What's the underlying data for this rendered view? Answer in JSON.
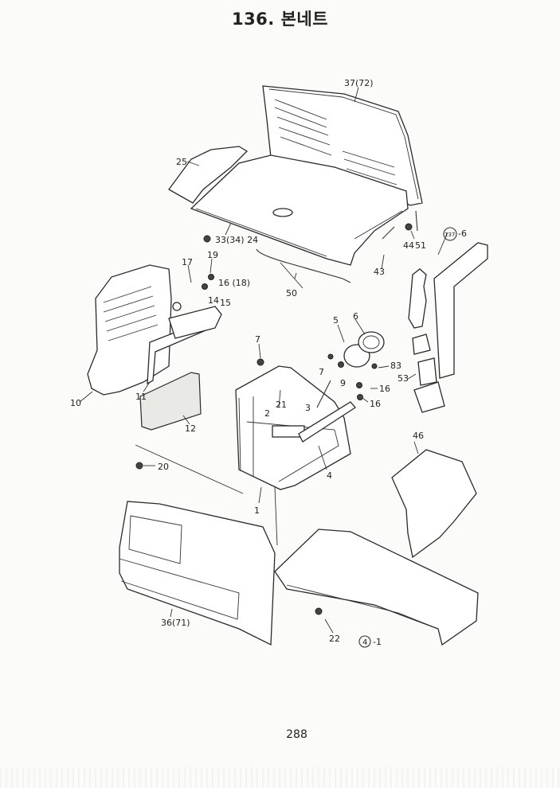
{
  "title": "136. 본네트",
  "page_number": "288",
  "part_labels": {
    "p1": "1",
    "p2": "2",
    "p3": "3",
    "p4": "4",
    "p4_1": "-1",
    "p4_circ": "4",
    "p5": "5",
    "p6": "6",
    "p7a": "7",
    "p7b": "7",
    "p9": "9",
    "p10": "10",
    "p11": "11",
    "p12": "12",
    "p14": "14",
    "p15": "15",
    "p16a": "16 (18)",
    "p16b": "16",
    "p16c": "16",
    "p17": "17",
    "p19": "19",
    "p20": "20",
    "p21": "21",
    "p22": "22",
    "p24": "33(34) 24",
    "p25": "25",
    "p36": "36(71)",
    "p37": "37(72)",
    "p43": "43",
    "p44": "44",
    "p46": "46",
    "p50": "50",
    "p51": "51",
    "p53": "53",
    "p83": "83",
    "p137_circ": "137",
    "p137_6": "-6"
  }
}
